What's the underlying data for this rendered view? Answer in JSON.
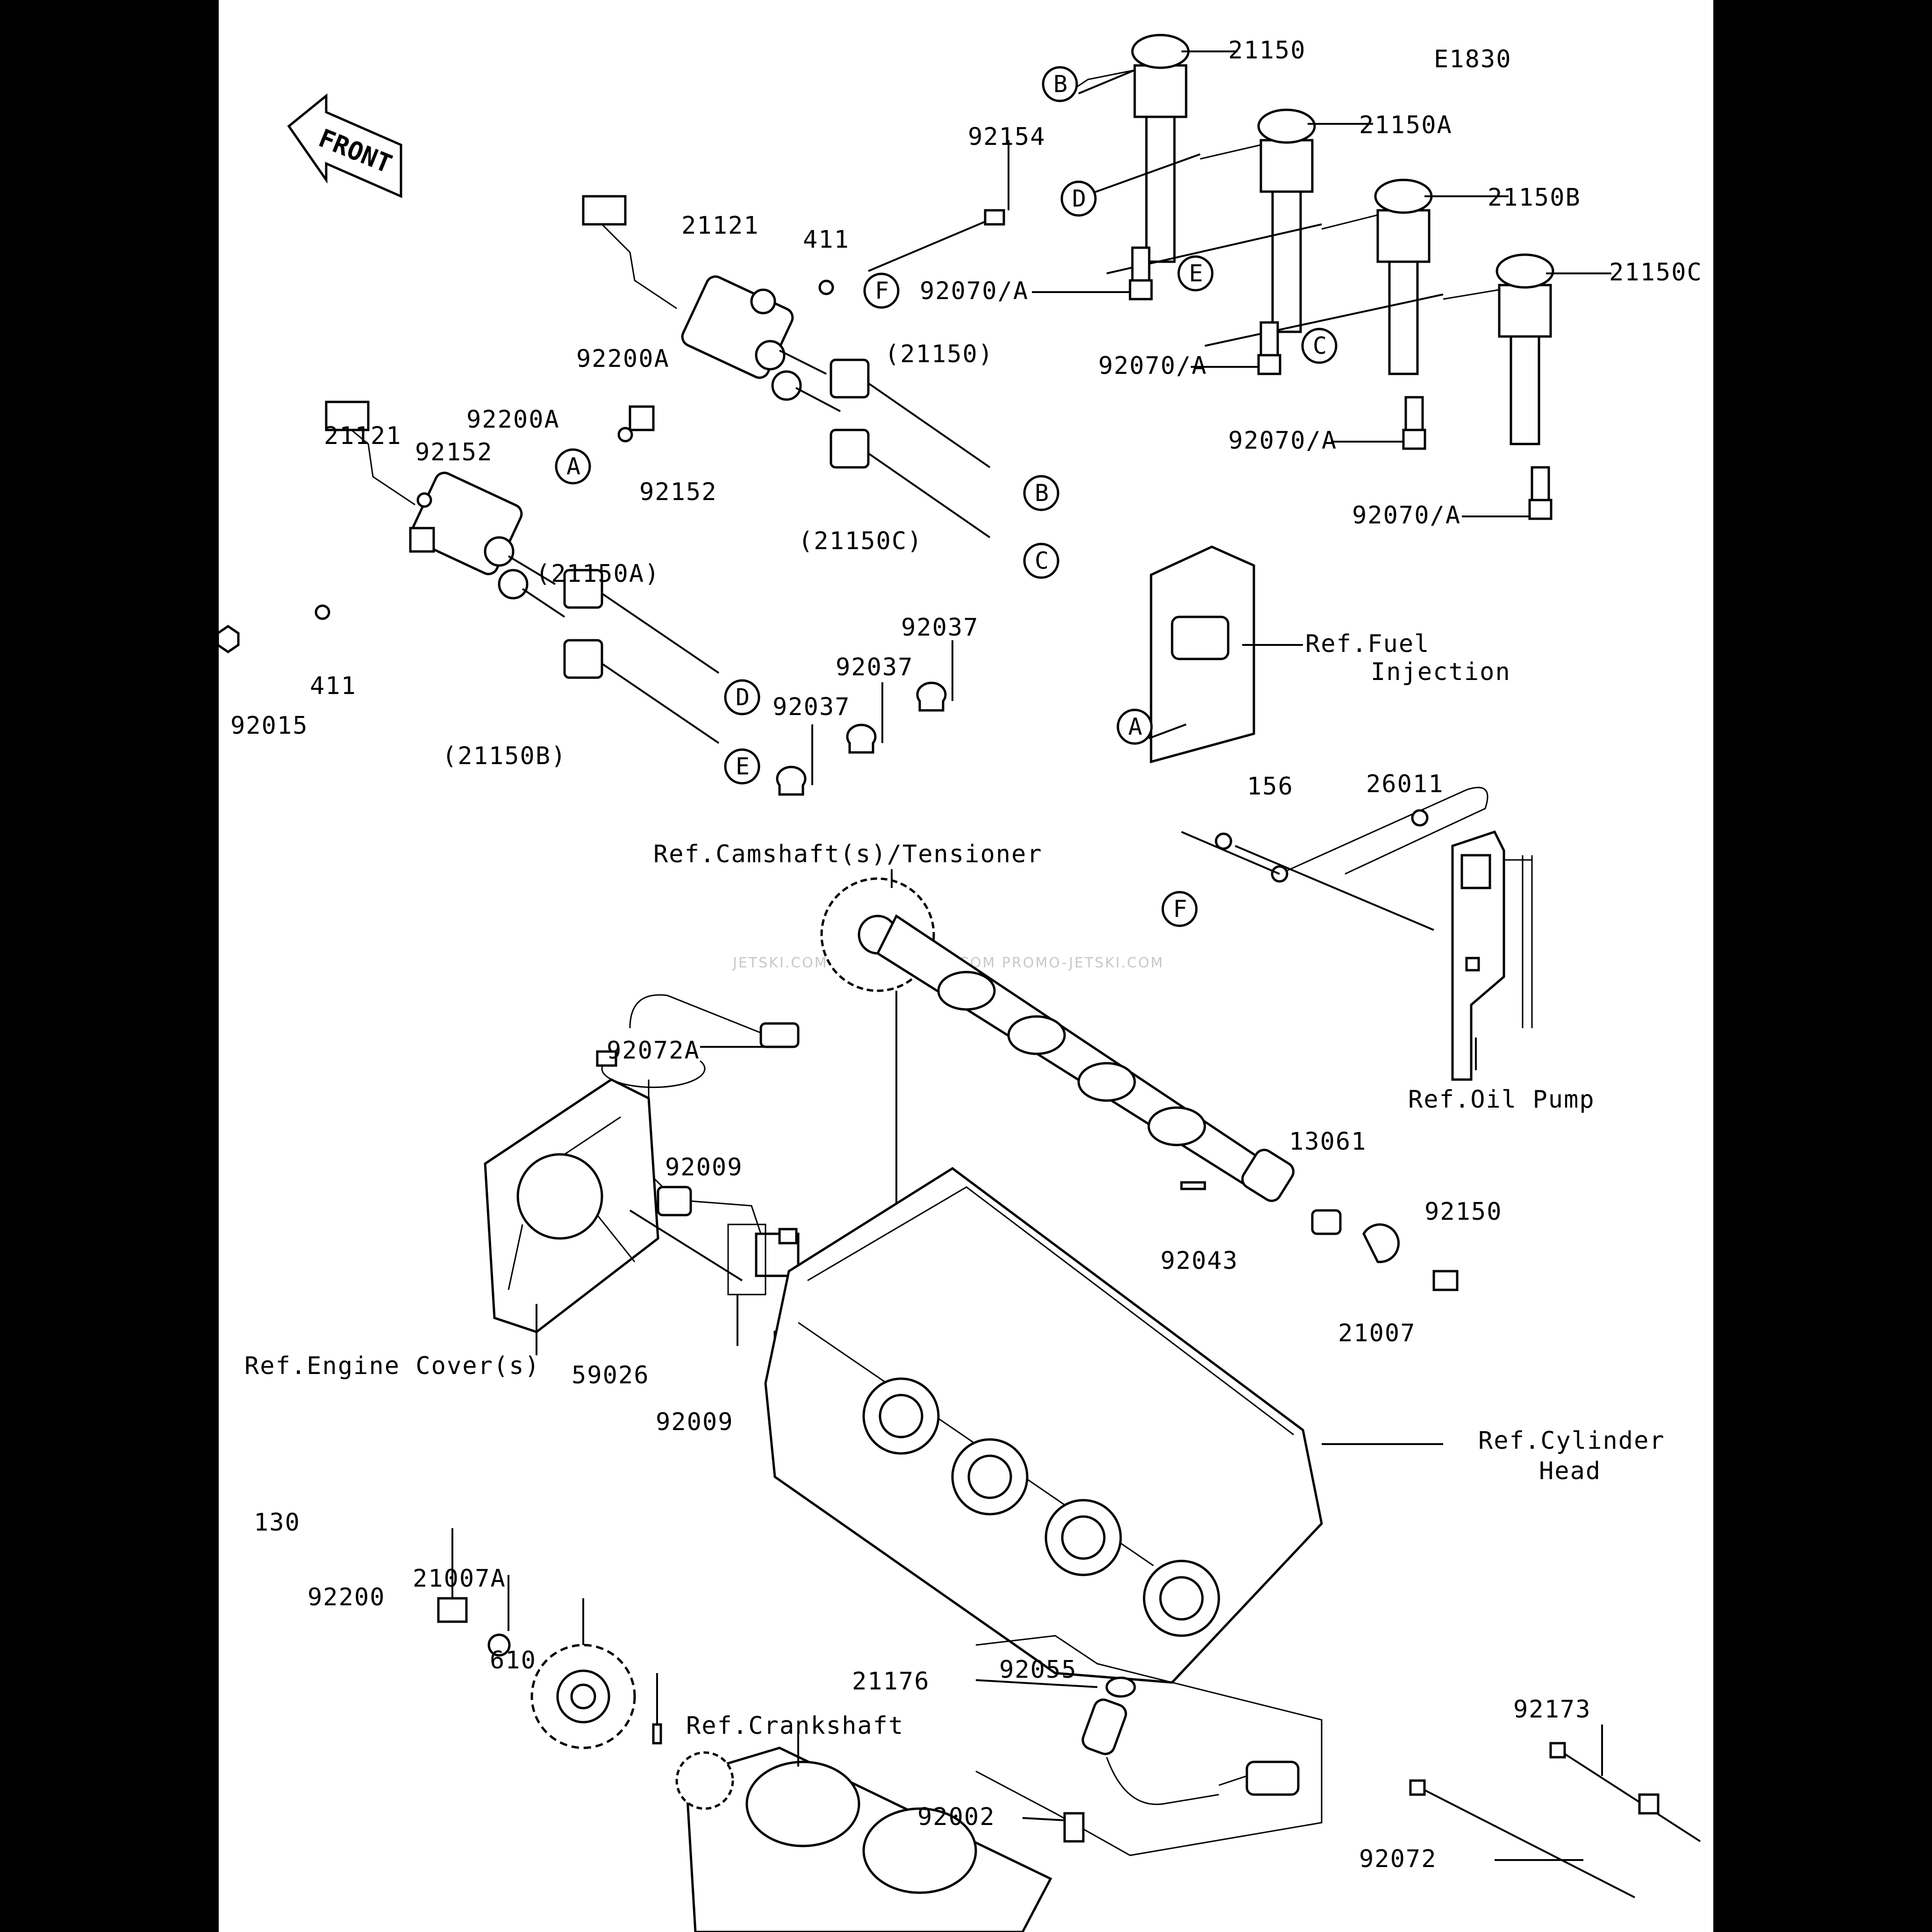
{
  "diagram_code": "E1830",
  "front_arrow": "FRONT",
  "watermark": "JETSKI.COM   PROMO-JETSKI.COM   PROMO-JETSKI.COM",
  "callouts": [
    "A",
    "B",
    "C",
    "D",
    "E",
    "F"
  ],
  "parts": {
    "p21150": "21150",
    "p21150A": "21150A",
    "p21150B": "21150B",
    "p21150C": "21150C",
    "p92154": "92154",
    "p92070A_1": "92070/A",
    "p92070A_2": "92070/A",
    "p92070A_3": "92070/A",
    "p92070A_4": "92070/A",
    "p21121_top": "21121",
    "p21121_left": "21121",
    "p411_top": "411",
    "p411_bottom": "411",
    "p92200A_1": "92200A",
    "p92200A_2": "92200A",
    "p92152_1": "92152",
    "p92152_2": "92152",
    "p21150_ref": "(21150)",
    "p21150C_ref": "(21150C)",
    "p21150A_ref": "(21150A)",
    "p21150B_ref": "(21150B)",
    "p92015": "92015",
    "p92037_1": "92037",
    "p92037_2": "92037",
    "p92037_3": "92037",
    "p156": "156",
    "p26011": "26011",
    "p92072A": "92072A",
    "p92009_1": "92009",
    "p92009_2": "92009",
    "p59026": "59026",
    "p13061": "13061",
    "p92150": "92150",
    "p92043": "92043",
    "p21007": "21007",
    "p130": "130",
    "p92200": "92200",
    "p21007A": "21007A",
    "p610": "610",
    "p21176": "21176",
    "p92055": "92055",
    "p92002": "92002",
    "p92173": "92173",
    "p92072": "92072"
  },
  "refs": {
    "fuel_1": "Ref.Fuel",
    "fuel_2": "Injection",
    "camshaft": "Ref.Camshaft(s)/Tensioner",
    "oil_pump": "Ref.Oil Pump",
    "engine_cover": "Ref.Engine Cover(s)",
    "cylinder_1": "Ref.Cylinder",
    "cylinder_2": "Head",
    "crankshaft": "Ref.Crankshaft"
  }
}
